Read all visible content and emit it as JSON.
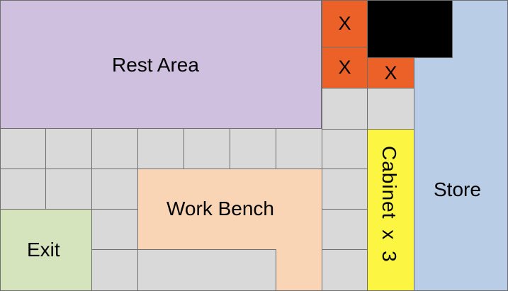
{
  "colors": {
    "rest_area": "#cfc0df",
    "store": "#b9cde6",
    "exit": "#d6e4bd",
    "work_bench": "#fad5b5",
    "cabinet": "#fcf541",
    "blocked": "#ec6128",
    "blackout": "#000000",
    "floor_tile": "#d9d9d9",
    "grid_line": "#6e6e6e"
  },
  "zones": {
    "rest_area": "Rest Area",
    "store": "Store",
    "exit": "Exit",
    "work_bench": "Work Bench",
    "cabinet": "Cabinet x 3"
  },
  "markers": {
    "blocked_symbol": "X"
  }
}
